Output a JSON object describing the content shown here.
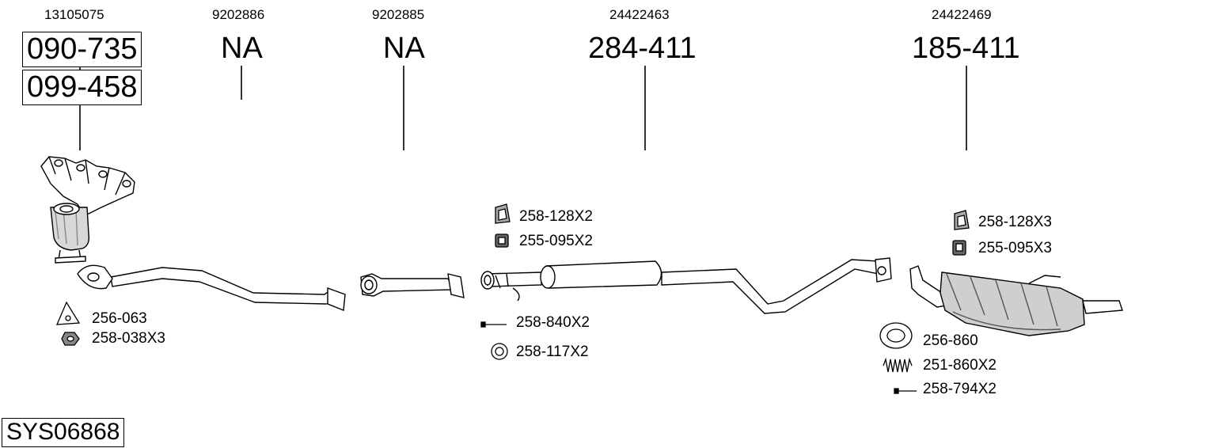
{
  "system_code": "SYS06868",
  "columns": [
    {
      "oem": "13105075",
      "parts": [
        "090-735",
        "099-458"
      ]
    },
    {
      "oem": "9202886",
      "parts": [
        "NA"
      ]
    },
    {
      "oem": "9202885",
      "parts": [
        "NA"
      ]
    },
    {
      "oem": "24422463",
      "parts": [
        "284-411"
      ]
    },
    {
      "oem": "24422469",
      "parts": [
        "185-411"
      ]
    }
  ],
  "accessories": {
    "manifold": [
      {
        "label": "256-063",
        "icon": "gasket-icon"
      },
      {
        "label": "258-038X3",
        "icon": "nut-icon"
      }
    ],
    "middle": [
      {
        "label": "258-128X2",
        "icon": "rubber-mount-icon"
      },
      {
        "label": "255-095X2",
        "icon": "rubber-block-icon"
      },
      {
        "label": "258-840X2",
        "icon": "bolt-icon"
      },
      {
        "label": "258-117X2",
        "icon": "ring-gasket-icon"
      }
    ],
    "rear_top": [
      {
        "label": "258-128X3",
        "icon": "rubber-mount-icon"
      },
      {
        "label": "255-095X3",
        "icon": "rubber-block-icon"
      }
    ],
    "rear_bottom": [
      {
        "label": "256-860",
        "icon": "cone-gasket-icon"
      },
      {
        "label": "251-860X2",
        "icon": "spring-icon"
      },
      {
        "label": "258-794X2",
        "icon": "bolt-icon"
      }
    ]
  }
}
